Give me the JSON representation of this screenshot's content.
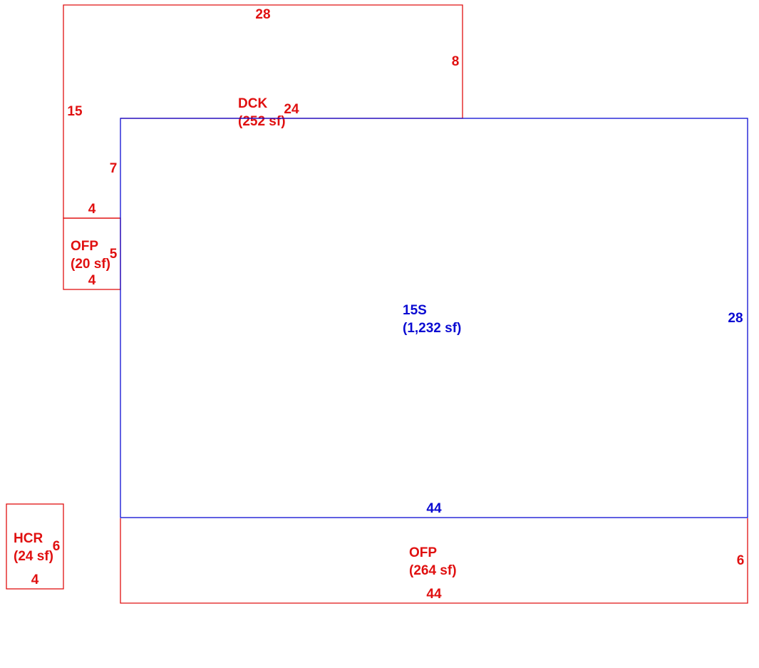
{
  "colors": {
    "red": "#e01010",
    "blue": "#0a0ad2"
  },
  "areas": {
    "dck": {
      "code": "DCK",
      "area": "(252 sf)",
      "color": "red",
      "dims": {
        "top": "28",
        "right": "8",
        "left": "15",
        "inner_top": "24",
        "inner_side": "7",
        "bottom": "4"
      }
    },
    "ofp_small": {
      "code": "OFP",
      "area": "(20 sf)",
      "color": "red",
      "dims": {
        "side": "5",
        "bottom": "4"
      }
    },
    "living": {
      "code": "15S",
      "area": "(1,232 sf)",
      "color": "blue",
      "dims": {
        "right": "28",
        "bottom": "44"
      }
    },
    "ofp_large": {
      "code": "OFP",
      "area": "(264 sf)",
      "color": "red",
      "dims": {
        "right": "6",
        "bottom": "44"
      }
    },
    "hcr": {
      "code": "HCR",
      "area": "(24 sf)",
      "color": "red",
      "dims": {
        "side": "6",
        "bottom": "4"
      }
    }
  }
}
